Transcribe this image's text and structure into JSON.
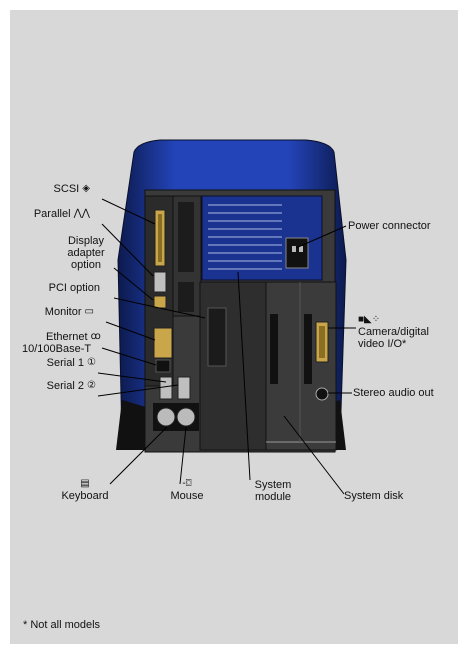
{
  "labels": {
    "scsi": "SCSI",
    "parallel": "Parallel",
    "display_adapter_1": "Display",
    "display_adapter_2": "adapter",
    "display_adapter_3": "option",
    "pci": "PCI option",
    "monitor": "Monitor",
    "ethernet_1": "Ethernet",
    "ethernet_2": "10/100Base-T",
    "serial1": "Serial 1",
    "serial2": "Serial 2",
    "keyboard": "Keyboard",
    "mouse": "Mouse",
    "system_module_1": "System",
    "system_module_2": "module",
    "system_disk": "System disk",
    "power_connector": "Power connector",
    "camera_1": "Camera/digital",
    "camera_2": "video I/O*",
    "stereo_audio": "Stereo audio out"
  },
  "footnote": "* Not all models",
  "colors": {
    "chassis_blue": "#1f3fa8",
    "chassis_dark": "#0c1a4e",
    "panel_gray": "#d8d8d8",
    "module_dark": "#2a2a2a"
  }
}
